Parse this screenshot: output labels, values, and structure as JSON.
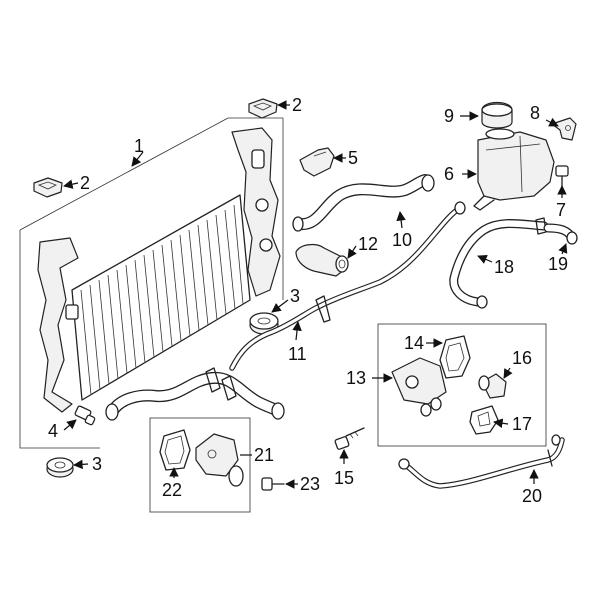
{
  "callouts": {
    "c1": "1",
    "c2a": "2",
    "c2b": "2",
    "c3a": "3",
    "c3b": "3",
    "c4": "4",
    "c5": "5",
    "c6": "6",
    "c7": "7",
    "c8": "8",
    "c9": "9",
    "c10": "10",
    "c11": "11",
    "c12": "12",
    "c13": "13",
    "c14": "14",
    "c15": "15",
    "c16": "16",
    "c17": "17",
    "c18": "18",
    "c19": "19",
    "c20": "20",
    "c21": "21",
    "c22": "22",
    "c23": "23"
  },
  "colors": {
    "line": "#222222",
    "background": "#ffffff"
  }
}
